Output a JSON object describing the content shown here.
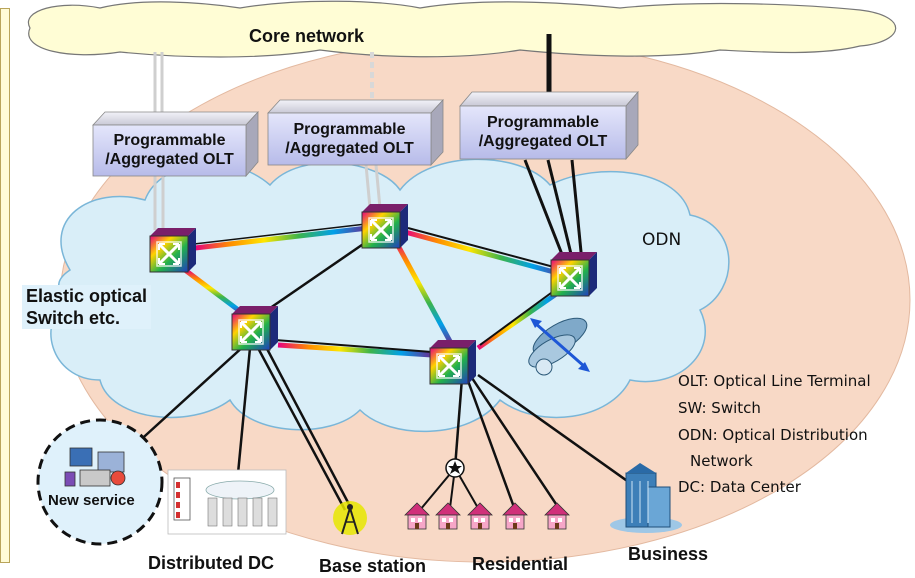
{
  "core_label": "Core network",
  "olts": [
    {
      "line1": "Programmable",
      "line2": "/Aggregated OLT"
    },
    {
      "line1": "Programmable",
      "line2": "/Aggregated OLT"
    },
    {
      "line1": "Programmable",
      "line2": "/Aggregated OLT"
    }
  ],
  "odn_label": "ODN",
  "switch_label": {
    "line1": "Elastic optical",
    "line2": "Switch etc."
  },
  "legend": [
    "OLT: Optical Line Terminal",
    "SW: Switch",
    "ODN: Optical Distribution",
    "Network",
    "DC: Data Center"
  ],
  "bottom": {
    "new_service": "New service",
    "distributed_dc": "Distributed DC",
    "base_station": "Base station",
    "residential": "Residential",
    "business": "Business"
  },
  "colors": {
    "domain_fill": "#f8d9c6",
    "cloud_fill": "#d9eef8",
    "core_fill": "#fffdd5",
    "olt_front": "#c9cdf2",
    "label_bg": "#dff1fb"
  }
}
